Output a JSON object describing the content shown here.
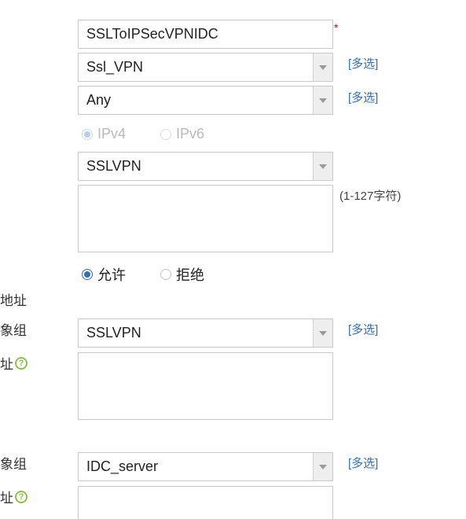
{
  "name_field": {
    "value": "SSLToIPSecVPNIDC",
    "required_mark": "*"
  },
  "zone_select": {
    "value": "Ssl_VPN",
    "multi_link": "[多选]"
  },
  "dest_zone_select": {
    "value": "Any",
    "multi_link": "[多选]"
  },
  "ip_version": {
    "options": [
      "IPv4",
      "IPv6"
    ],
    "selected": "IPv4"
  },
  "vrf_select": {
    "value": "SSLVPN"
  },
  "description": {
    "value": "",
    "hint": "(1-127字符)"
  },
  "action": {
    "options": [
      "允许",
      "拒绝"
    ],
    "selected": "允许"
  },
  "labels": {
    "src_address": "地址",
    "src_object_group": "象组",
    "src_ip": "址",
    "dst_object_group": "象组",
    "dst_ip": "址"
  },
  "src_object_select": {
    "value": "SSLVPN",
    "multi_link": "[多选]"
  },
  "dst_object_select": {
    "value": "IDC_server",
    "multi_link": "[多选]"
  },
  "icons": {
    "help": "question-circle-icon",
    "dropdown": "chevron-down-icon"
  },
  "colors": {
    "link": "#2f6fb7",
    "help": "#8bc34a",
    "required": "#d0021b"
  }
}
